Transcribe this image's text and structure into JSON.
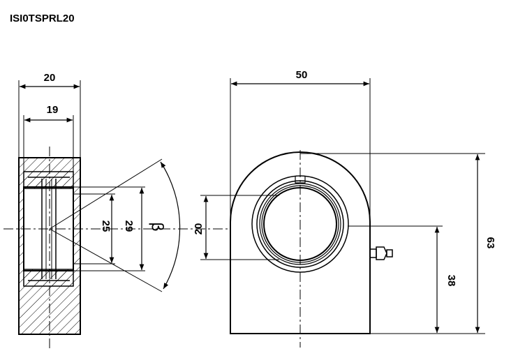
{
  "title": "ISI0TSPRL20",
  "dimensions": {
    "side_width_outer": "20",
    "side_width_inner": "19",
    "ball_dia_1": "25",
    "ball_dia_2": "29",
    "angle": "β",
    "front_width": "50",
    "bore": "20",
    "center_height": "38",
    "total_height": "63"
  }
}
